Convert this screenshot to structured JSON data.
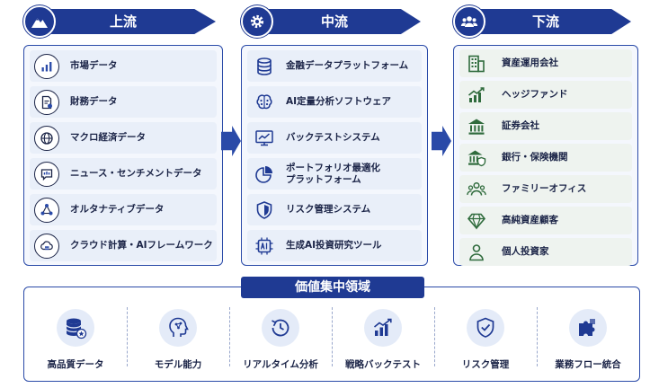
{
  "colors": {
    "primary": "#1f3a93",
    "border": "#2a4aa8",
    "item_bg_blue": "#e9eff9",
    "item_bg_green": "#eef3ef",
    "icon_green": "#2f6b3c"
  },
  "upstream": {
    "title": "上流",
    "icon": "mountain-icon",
    "items": [
      {
        "label": "市場データ",
        "icon": "bar-chart-icon"
      },
      {
        "label": "財務データ",
        "icon": "document-icon"
      },
      {
        "label": "マクロ経済データ",
        "icon": "globe-icon"
      },
      {
        "label": "ニュース・センチメントデータ",
        "icon": "chat-icon"
      },
      {
        "label": "オルタナティブデータ",
        "icon": "network-icon"
      },
      {
        "label": "クラウド計算・AIフレームワーク",
        "icon": "cloud-server-icon"
      }
    ]
  },
  "midstream": {
    "title": "中流",
    "icon": "gear-icon",
    "items": [
      {
        "label": "金融データプラットフォーム",
        "icon": "database-icon"
      },
      {
        "label": "AI定量分析ソフトウェア",
        "icon": "brain-icon"
      },
      {
        "label": "バックテストシステム",
        "icon": "monitor-chart-icon"
      },
      {
        "label": "ポートフォリオ最適化\nプラットフォーム",
        "icon": "pie-chart-icon"
      },
      {
        "label": "リスク管理システム",
        "icon": "shield-icon"
      },
      {
        "label": "生成AI投資研究ツール",
        "icon": "ai-chip-icon"
      }
    ]
  },
  "downstream": {
    "title": "下流",
    "icon": "users-icon",
    "items": [
      {
        "label": "資産運用会社",
        "icon": "building-icon"
      },
      {
        "label": "ヘッジファンド",
        "icon": "growth-chart-icon"
      },
      {
        "label": "証券会社",
        "icon": "bank-icon"
      },
      {
        "label": "銀行・保険機関",
        "icon": "bank-shield-icon"
      },
      {
        "label": "ファミリーオフィス",
        "icon": "family-icon"
      },
      {
        "label": "高純資産顧客",
        "icon": "diamond-icon"
      },
      {
        "label": "個人投資家",
        "icon": "person-icon"
      }
    ]
  },
  "value_area": {
    "title": "価値集中領域",
    "items": [
      {
        "label": "高品質データ",
        "icon": "database-star-icon"
      },
      {
        "label": "モデル能力",
        "icon": "head-ai-icon"
      },
      {
        "label": "リアルタイム分析",
        "icon": "clock-refresh-icon"
      },
      {
        "label": "戦略バックテスト",
        "icon": "bar-trend-icon"
      },
      {
        "label": "リスク管理",
        "icon": "shield-check-icon"
      },
      {
        "label": "業務フロー統合",
        "icon": "puzzle-icon"
      }
    ]
  }
}
